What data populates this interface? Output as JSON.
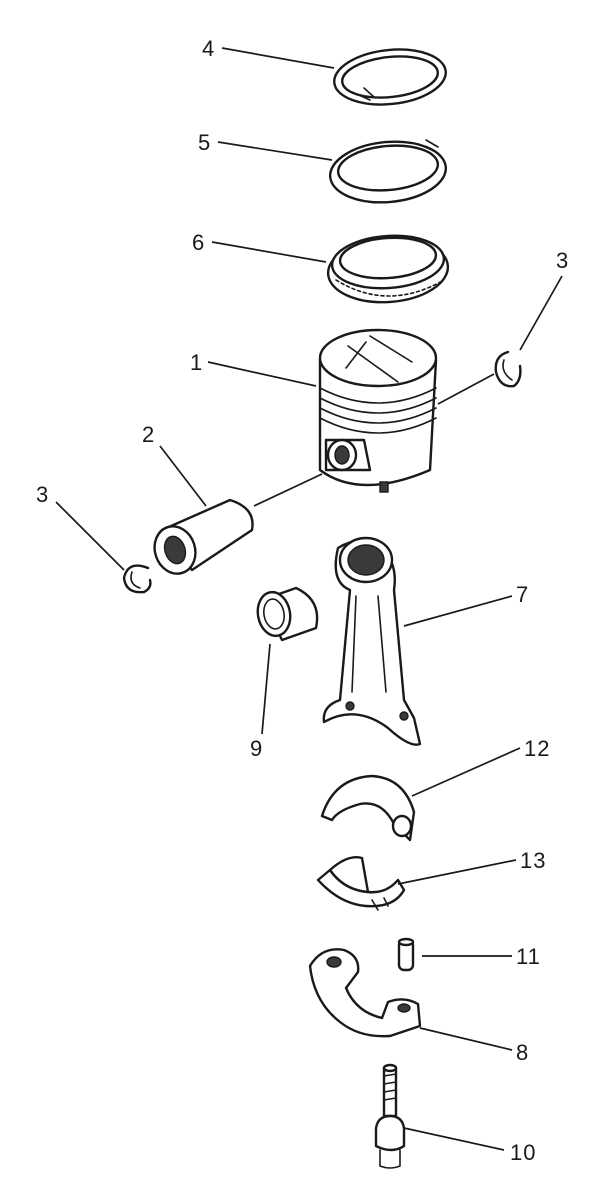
{
  "diagram": {
    "callouts": {
      "piston": "1",
      "pin": "2",
      "clip_right": "3",
      "clip_left": "3",
      "ring_top": "4",
      "ring_second": "5",
      "ring_oil": "6",
      "rod": "7",
      "cap": "8",
      "bushing": "9",
      "bolt": "10",
      "dowel": "11",
      "bearing_upper": "12",
      "bearing_lower": "13"
    }
  }
}
